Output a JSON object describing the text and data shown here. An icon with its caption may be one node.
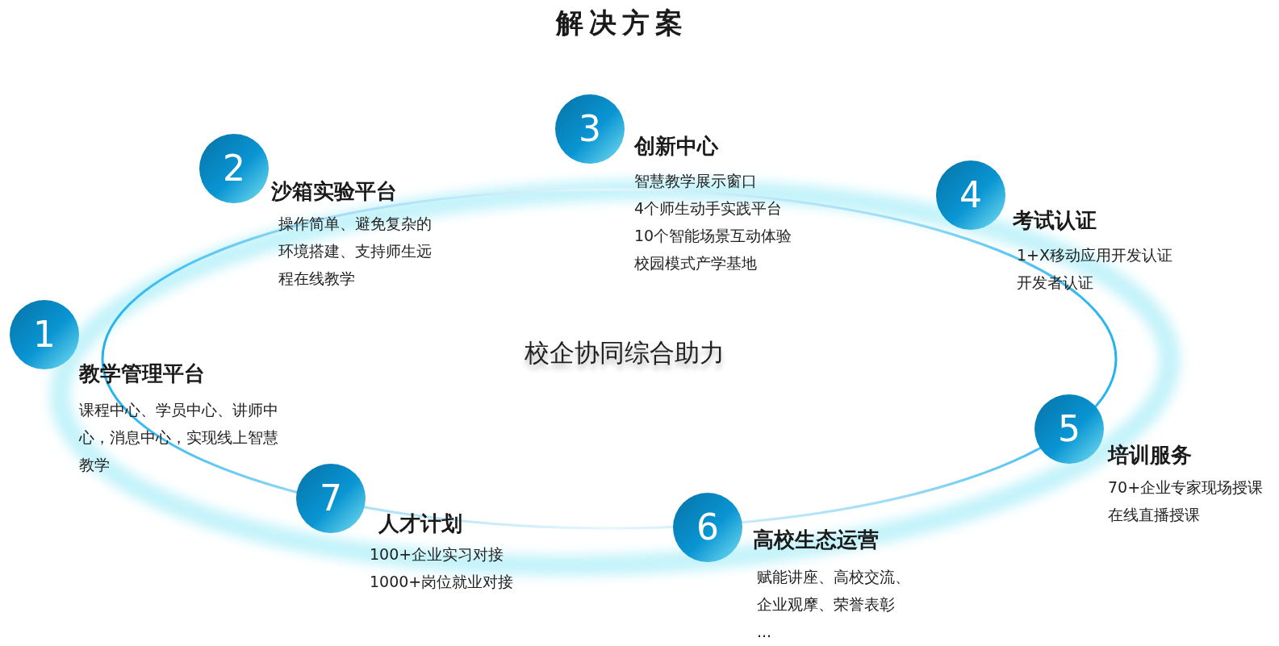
{
  "diagram": {
    "title": "解决方案",
    "nodes": [
      {
        "text": [
          "1",
          "教学管理平台",
          "课程中心、学员中心、讲师中心，消息中心，实现线上智慧教学"
        ]
      },
      {
        "text": [
          "2",
          "沙箱实验平台",
          "操作简单、避免复杂的环境搭建、支持师生远程在线教学"
        ]
      },
      {
        "text": [
          "3",
          "创新中心",
          "智慧教学展示窗口",
          "4个师生动手实践平台",
          "10个智能场景互动体验",
          "校园模式产学基地"
        ]
      },
      {
        "text": [
          "4",
          "考试认证",
          "1+X移动应用开发认证",
          "开发者认证"
        ]
      },
      {
        "text": [
          "5",
          "培训服务",
          "70+企业专家现场授课",
          "在线直播授课"
        ]
      },
      {
        "text": [
          "6",
          "高校生态运营",
          "赋能讲座、高校交流、企业观摩、荣誉表彰",
          "..."
        ]
      },
      {
        "text": [
          "7",
          "人才计划",
          "100+企业实习对接",
          "1000+岗位就业对接"
        ]
      }
    ],
    "labels": [
      "校企协同综合助力"
    ]
  }
}
